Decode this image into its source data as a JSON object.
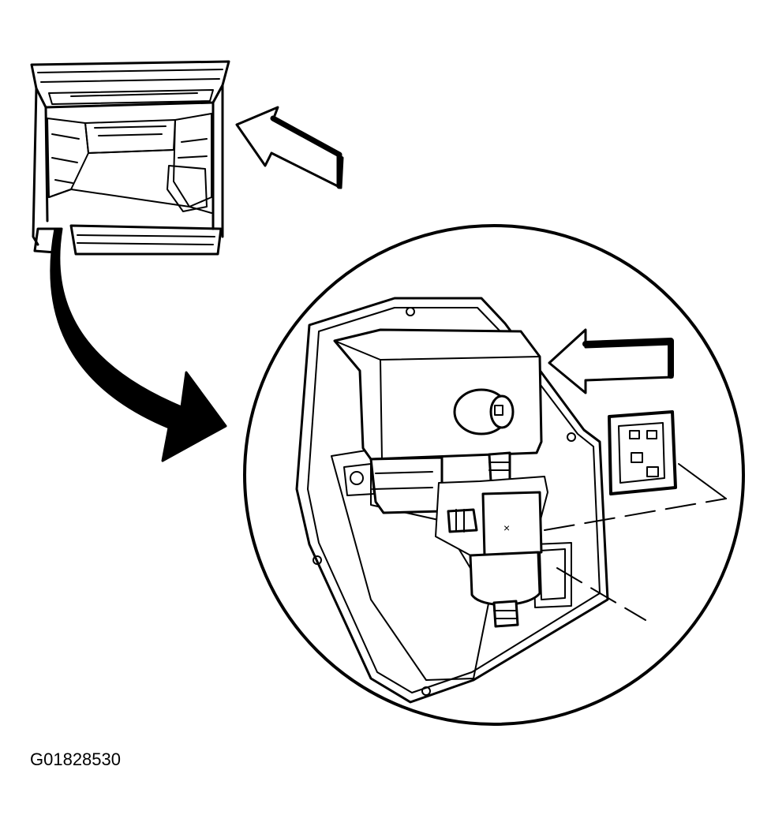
{
  "figure": {
    "id_label": "G01828530"
  },
  "colors": {
    "ink": "#000000",
    "paper": "#ffffff"
  },
  "parts": {
    "vehicle_rear_view": "van-rear-cargo-area",
    "location_arrow": "outline-arrow",
    "callout_arrow": "curved-solid-arrow",
    "detail_view": "circular-detail-view",
    "component_arrow": "outline-arrow",
    "connector": "electrical-connector"
  }
}
